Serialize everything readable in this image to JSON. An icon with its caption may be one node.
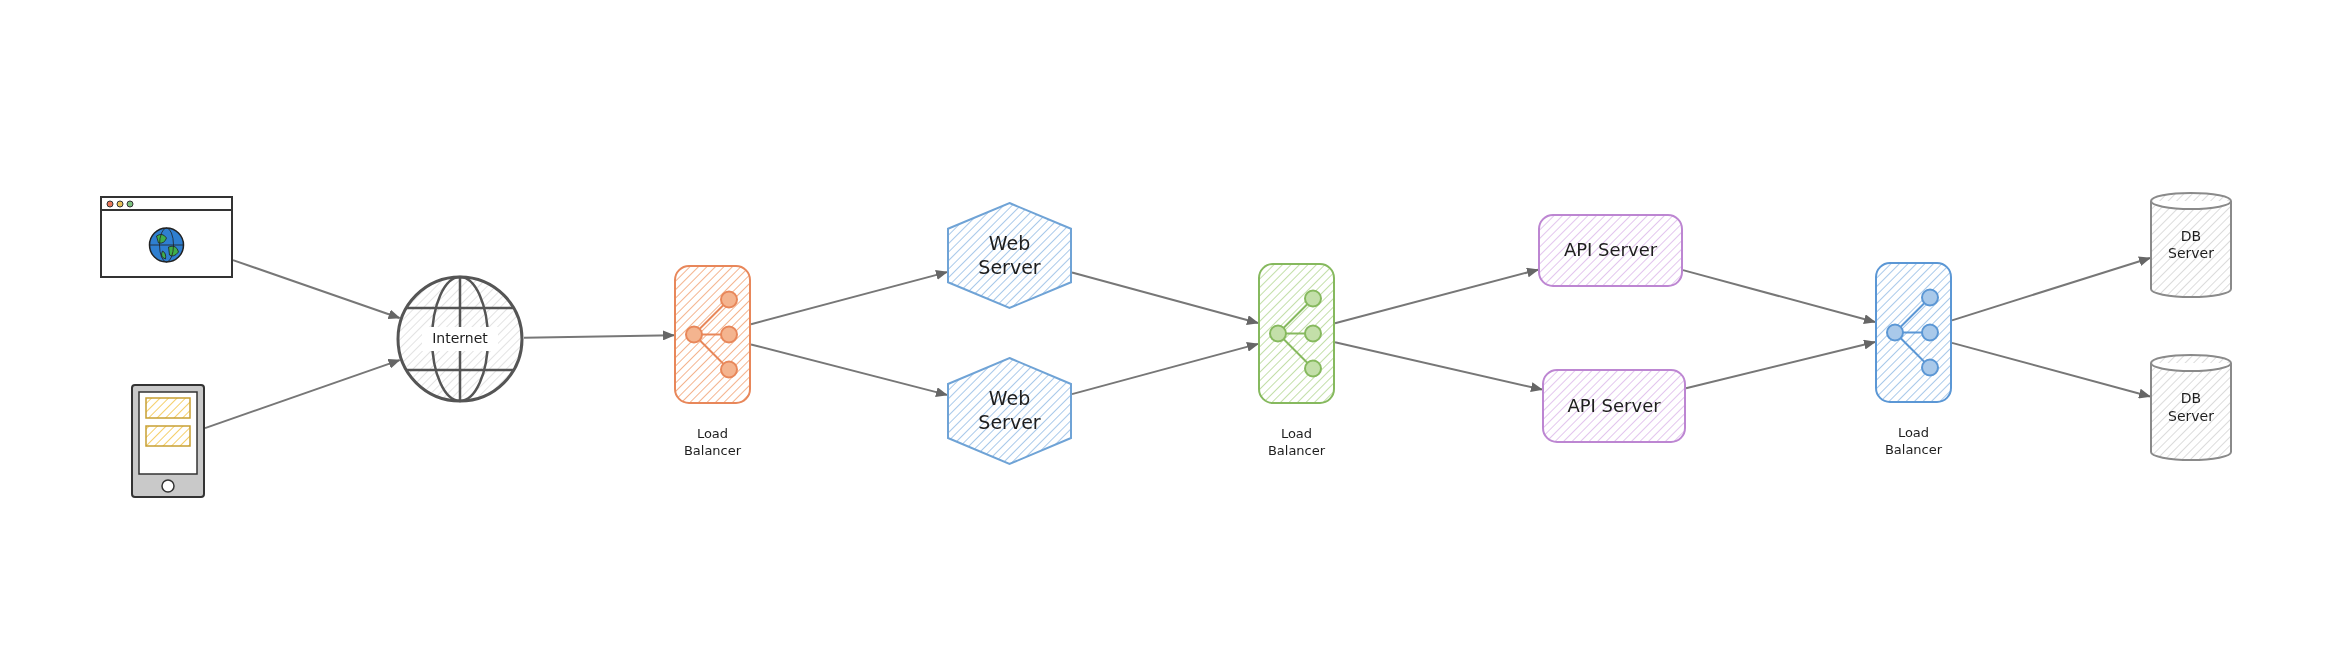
{
  "diagram": {
    "nodes": [
      {
        "text": [],
        "shape": "picture"
      },
      {
        "text": [],
        "shape": "picture"
      },
      {
        "text": [
          "Internet"
        ]
      },
      {
        "text": [],
        "shape": "box",
        "beside": [
          "Load Balancer"
        ]
      },
      {
        "text": [
          "Web Server"
        ]
      },
      {
        "text": [
          "Web Server"
        ]
      },
      {
        "text": [],
        "shape": "box",
        "beside": [
          "Load Balancer"
        ]
      },
      {
        "text": [
          "API Server"
        ]
      },
      {
        "text": [
          "API Server"
        ]
      },
      {
        "text": [],
        "shape": "box",
        "beside": [
          "Load Balancer"
        ]
      },
      {
        "text": [
          "DB Server"
        ]
      },
      {
        "text": [
          "DB Server"
        ]
      }
    ],
    "edges": [
      {
        "from": 0,
        "to": 2,
        "arrow": "to"
      },
      {
        "from": 1,
        "to": 2,
        "arrow": "to"
      },
      {
        "from": 2,
        "to": 3,
        "arrow": "to"
      },
      {
        "from": 3,
        "to": 4,
        "arrow": "to"
      },
      {
        "from": 3,
        "to": 5,
        "arrow": "to"
      },
      {
        "from": 4,
        "to": 6,
        "arrow": "to"
      },
      {
        "from": 5,
        "to": 6,
        "arrow": "to"
      },
      {
        "from": 6,
        "to": 7,
        "arrow": "to"
      },
      {
        "from": 6,
        "to": 8,
        "arrow": "to"
      },
      {
        "from": 7,
        "to": 9,
        "arrow": "to"
      },
      {
        "from": 8,
        "to": 9,
        "arrow": "to"
      },
      {
        "from": 9,
        "to": 10,
        "arrow": "to"
      },
      {
        "from": 9,
        "to": 11,
        "arrow": "to"
      }
    ]
  }
}
